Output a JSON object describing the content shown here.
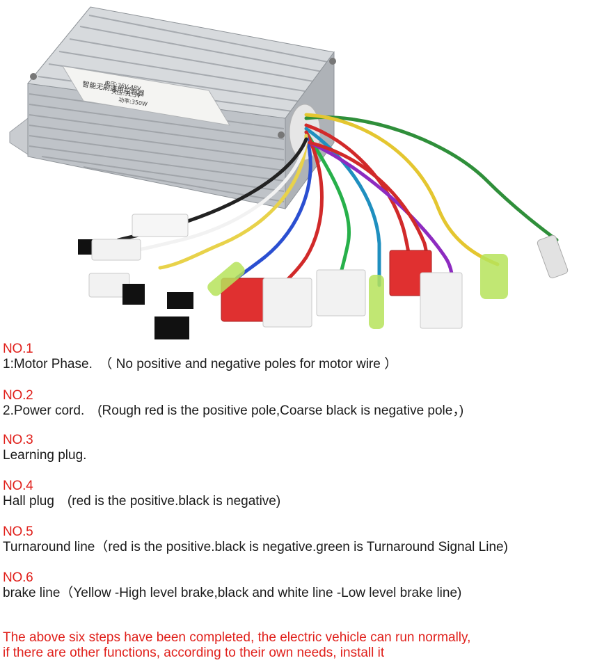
{
  "photo": {
    "label_text": [
      "智能无刷通用控制器",
      "电压:36V-48V",
      "欠压:31.5V",
      "功率:350W"
    ]
  },
  "steps": [
    {
      "title": "NO.1",
      "desc": "1:Motor Phase.　（ No positive and negative poles for motor wire ）"
    },
    {
      "title": "NO.2",
      "desc": "2.Power cord.　(Rough red is the positive pole,Coarse black is negative pole，)"
    },
    {
      "title": "NO.3",
      "desc": "Learning plug."
    },
    {
      "title": "NO.4",
      "desc": "Hall plug　(red is the positive.black is negative)"
    },
    {
      "title": "NO.5",
      "desc": "Turnaround line（red is the positive.black is negative.green is Turnaround Signal Line)"
    },
    {
      "title": "NO.6",
      "desc": "brake line（Yellow -High level brake,black and white line -Low level brake line)"
    }
  ],
  "footer": {
    "line1": "The above six steps have been completed, the electric vehicle can run normally,",
    "line2": "if there are other functions, according to their own needs, install it"
  },
  "colors": {
    "heading": "#e0201b",
    "body": "#1a1a1a"
  }
}
